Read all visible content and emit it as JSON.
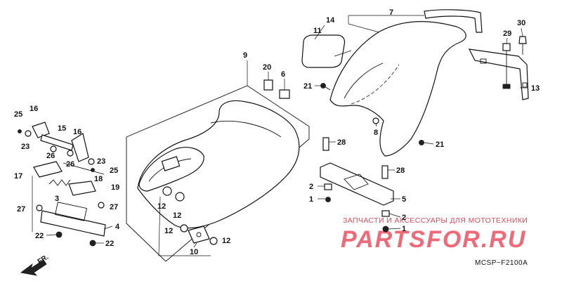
{
  "diagram": {
    "code": "MCSP−F2100A",
    "direction_label": "FR.",
    "watermark": {
      "caption": "ЗАПЧАСТИ И АКСЕССУАРЫ ДЛЯ МОТОТЕХНИКИ",
      "brand": "PARTSFOR.RU"
    },
    "callouts": [
      {
        "id": "c7",
        "label": "7"
      },
      {
        "id": "c14",
        "label": "14"
      },
      {
        "id": "c30",
        "label": "30"
      },
      {
        "id": "c29",
        "label": "29"
      },
      {
        "id": "c11",
        "label": "11"
      },
      {
        "id": "c9",
        "label": "9"
      },
      {
        "id": "c20",
        "label": "20"
      },
      {
        "id": "c6",
        "label": "6"
      },
      {
        "id": "c21a",
        "label": "21"
      },
      {
        "id": "c13",
        "label": "13"
      },
      {
        "id": "c8",
        "label": "8"
      },
      {
        "id": "c21b",
        "label": "21"
      },
      {
        "id": "c25a",
        "label": "25"
      },
      {
        "id": "c16a",
        "label": "16"
      },
      {
        "id": "c15",
        "label": "15"
      },
      {
        "id": "c16b",
        "label": "16"
      },
      {
        "id": "c23a",
        "label": "23"
      },
      {
        "id": "c26a",
        "label": "26"
      },
      {
        "id": "c26b",
        "label": "26"
      },
      {
        "id": "c23b",
        "label": "23"
      },
      {
        "id": "c25b",
        "label": "25"
      },
      {
        "id": "c28a",
        "label": "28"
      },
      {
        "id": "c28b",
        "label": "28"
      },
      {
        "id": "c17",
        "label": "17"
      },
      {
        "id": "c18",
        "label": "18"
      },
      {
        "id": "c19",
        "label": "19"
      },
      {
        "id": "c2a",
        "label": "2"
      },
      {
        "id": "c1a",
        "label": "1"
      },
      {
        "id": "c5",
        "label": "5"
      },
      {
        "id": "c3",
        "label": "3"
      },
      {
        "id": "c27a",
        "label": "27"
      },
      {
        "id": "c27b",
        "label": "27"
      },
      {
        "id": "c12a",
        "label": "12"
      },
      {
        "id": "c12b",
        "label": "12"
      },
      {
        "id": "c12c",
        "label": "12"
      },
      {
        "id": "c12d",
        "label": "12"
      },
      {
        "id": "c2b",
        "label": "2"
      },
      {
        "id": "c1b",
        "label": "1"
      },
      {
        "id": "c4",
        "label": "4"
      },
      {
        "id": "c22a",
        "label": "22"
      },
      {
        "id": "c22b",
        "label": "22"
      },
      {
        "id": "c10",
        "label": "10"
      }
    ]
  }
}
